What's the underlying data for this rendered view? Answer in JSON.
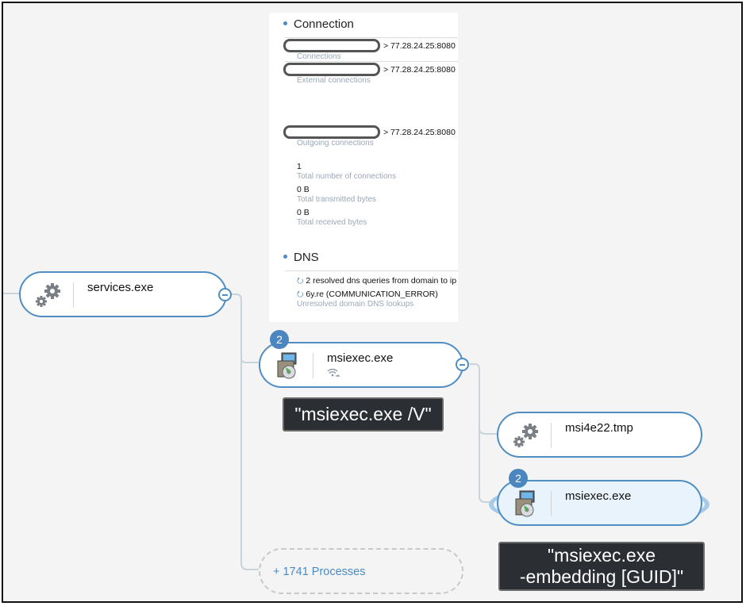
{
  "panel": {
    "connection_title": "Connection",
    "connections": [
      {
        "ip": "> 77.28.24.25:8080",
        "label": "Connections"
      },
      {
        "ip": "> 77.28.24.25:8080",
        "label": "External connections"
      },
      {
        "ip": "> 77.28.24.25:8080",
        "label": "Outgoing connections"
      }
    ],
    "stats": [
      {
        "value": "1",
        "label": "Total number of connections"
      },
      {
        "value": "0 B",
        "label": "Total transmitted bytes"
      },
      {
        "value": "0 B",
        "label": "Total received bytes"
      }
    ],
    "dns_title": "DNS",
    "dns_resolved": "2 resolved dns queries from domain to ip",
    "dns_unresolved": "6y.re (COMMUNICATION_ERROR)",
    "dns_unresolved_label": "Unresolved domain DNS lookups"
  },
  "tree": {
    "services": {
      "name": "services.exe",
      "icon": "gears-icon"
    },
    "msiexec_parent": {
      "name": "msiexec.exe",
      "badge": "2",
      "icon": "installer-icon",
      "network_icon": "network-activity-icon"
    },
    "msi_tmp": {
      "name": "msi4e22.tmp",
      "icon": "gears-icon"
    },
    "msiexec_child": {
      "name": "msiexec.exe",
      "badge": "2",
      "icon": "installer-icon"
    },
    "more_processes": "+ 1741 Processes"
  },
  "annotations": {
    "cmd1": "\"msiexec.exe /V\"",
    "cmd2_line1": "\"msiexec.exe",
    "cmd2_line2": "-embedding [GUID]\""
  },
  "colors": {
    "accent": "#4f8dc3",
    "badge": "#4b86bf",
    "selected_bg": "#e8f3fb",
    "annotation_bg": "#2b2e33"
  }
}
